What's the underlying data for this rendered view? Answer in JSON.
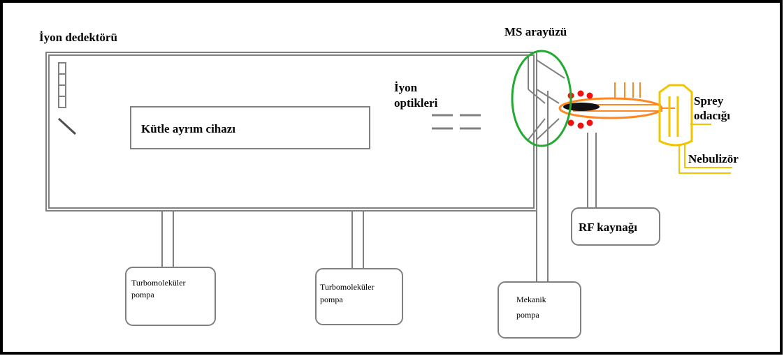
{
  "labels": {
    "ion_detector": "İyon dedektörü",
    "mass_analyzer": "Kütle ayrım cihazı",
    "ion_optics_line1": "İyon",
    "ion_optics_line2": "optikleri",
    "ms_interface": "MS arayüzü",
    "spray_line1": "Sprey",
    "spray_line2": "odacığı",
    "nebulizer": "Nebulizör",
    "rf_source": "RF kaynağı",
    "turbo_pump_1_line1": "Turbomoleküler",
    "turbo_pump_1_line2": "pompa",
    "turbo_pump_2_line1": "Turbomoleküler",
    "turbo_pump_2_line2": "pompa",
    "mech_pump_line1": "Mekanik",
    "mech_pump_line2": "pompa"
  },
  "colors": {
    "outline": "#000000",
    "frame_line": "#808080",
    "interface_ellipse": "#22aa33",
    "plasma": "#ff8822",
    "spray_chamber": "#f2c500",
    "droplets": "#ee1111",
    "cone_tip": "#111111"
  }
}
